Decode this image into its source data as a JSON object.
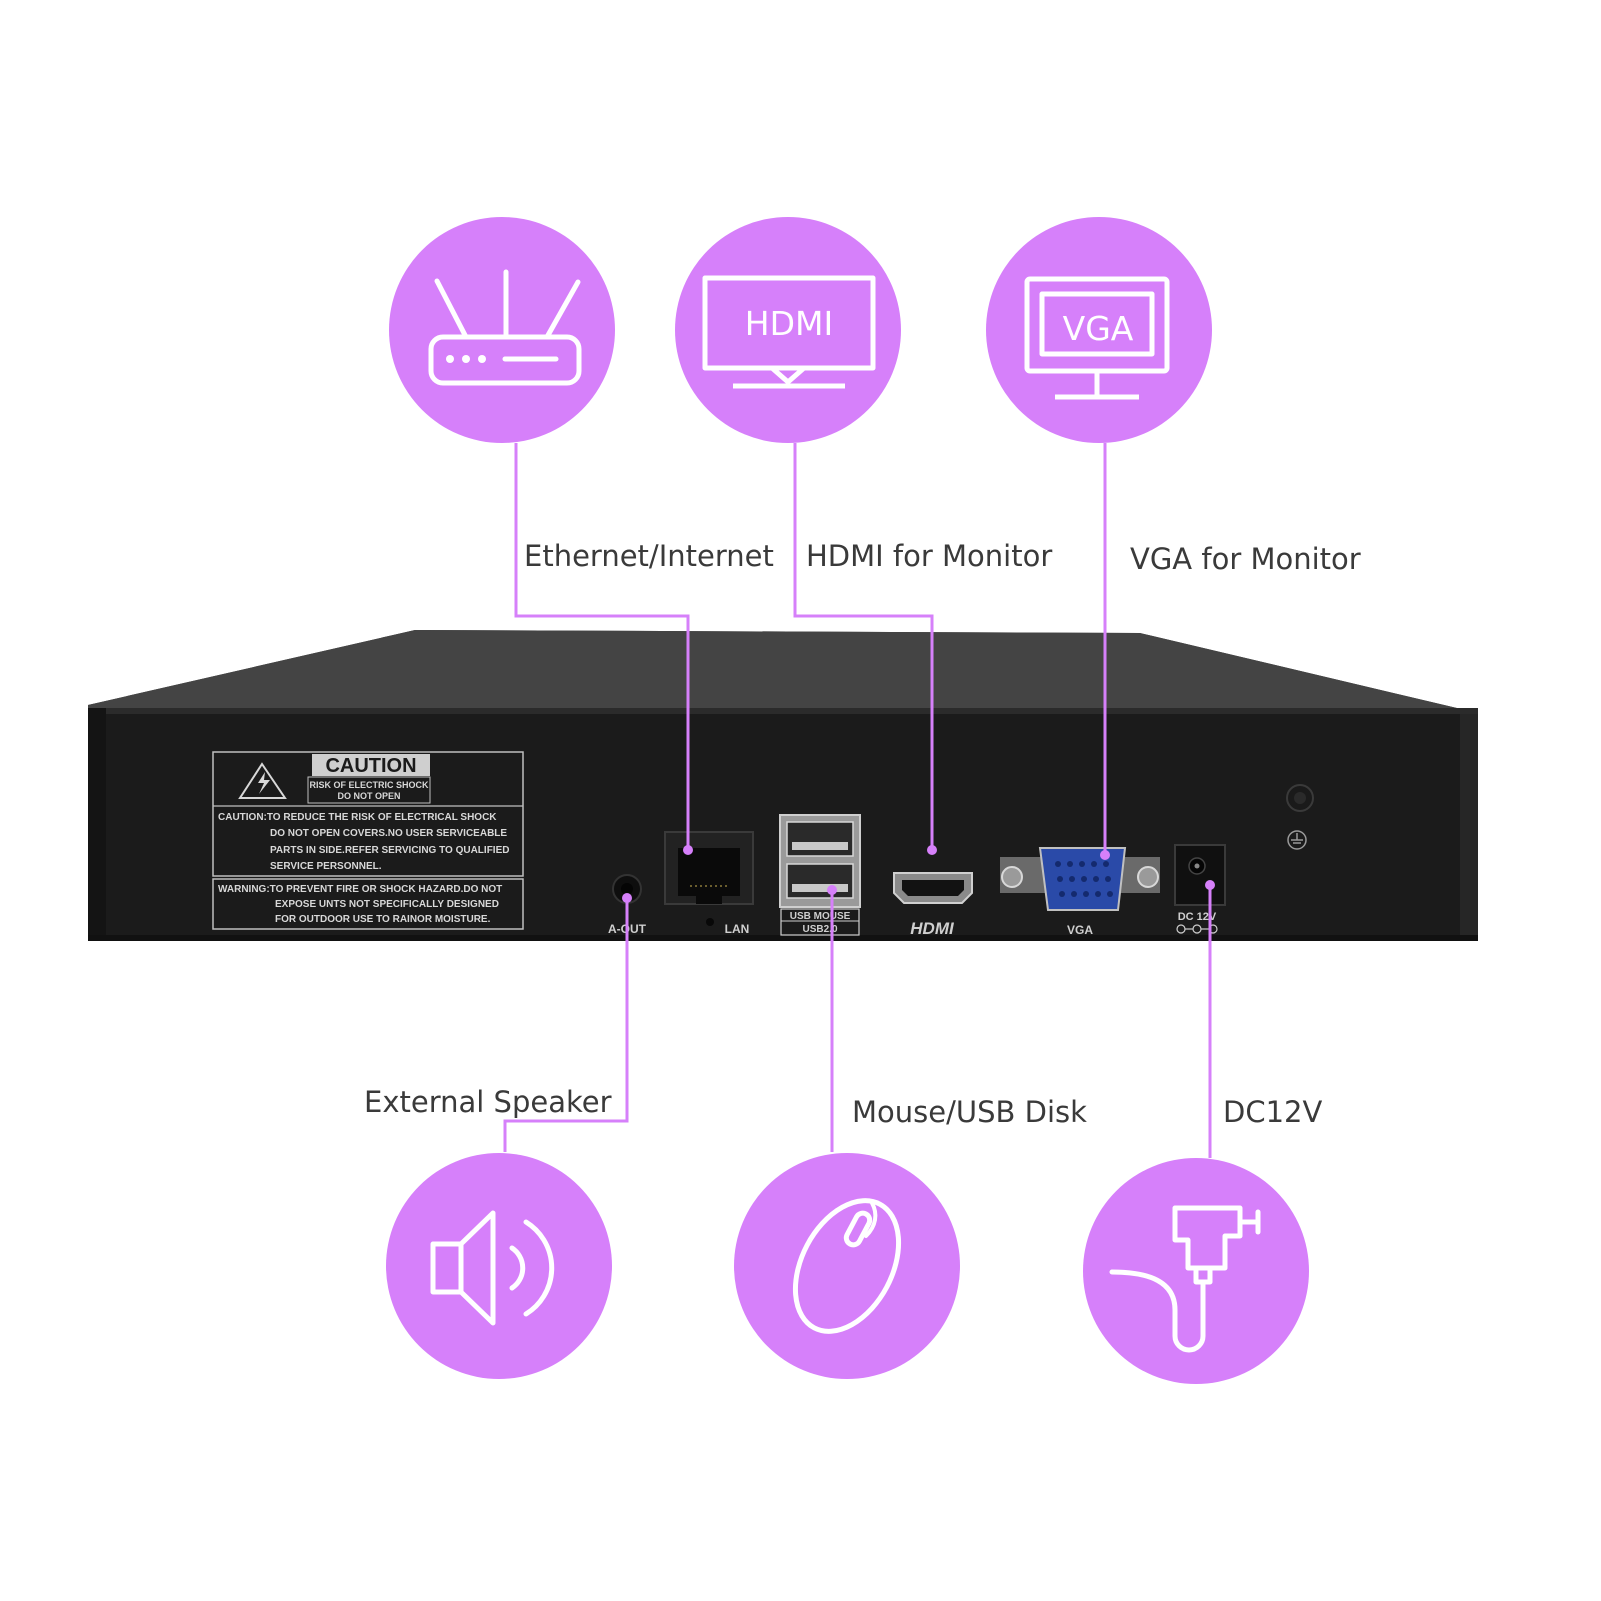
{
  "callouts": {
    "ethernet": {
      "label": "Ethernet/Internet",
      "icon": "router-icon"
    },
    "hdmi": {
      "label": "HDMI for Monitor",
      "icon": "hdmi-monitor-icon",
      "icon_text": "HDMI"
    },
    "vga": {
      "label": "VGA for Monitor",
      "icon": "vga-monitor-icon",
      "icon_text": "VGA"
    },
    "speaker": {
      "label": "External Speaker",
      "icon": "speaker-icon"
    },
    "usb": {
      "label": "Mouse/USB Disk",
      "icon": "mouse-icon"
    },
    "power": {
      "label": "DC12V",
      "icon": "power-adapter-icon"
    }
  },
  "device": {
    "caution": {
      "title": "CAUTION",
      "sub1": "RISK OF ELECTRIC SHOCK",
      "sub2": "DO NOT OPEN",
      "body": [
        "CAUTION:TO REDUCE THE RISK OF ELECTRICAL SHOCK",
        "DO NOT OPEN COVERS.NO USER SERVICEABLE",
        "PARTS IN SIDE.REFER SERVICING TO QUALIFIED",
        "SERVICE PERSONNEL."
      ],
      "warning": [
        "WARNING:TO PREVENT FIRE OR SHOCK HAZARD.DO NOT",
        "EXPOSE UNTS NOT SPECIFICALLY DESIGNED",
        "FOR OUTDOOR USE TO RAINOR MOISTURE."
      ]
    },
    "ports": {
      "aout": "A-OUT",
      "lan": "LAN",
      "usb1": "USB MOUSE",
      "usb2": "USB2.0",
      "hdmi": "HDMI",
      "vga": "VGA",
      "dc": "DC 12V"
    }
  },
  "colors": {
    "accent": "#d680fa",
    "device_body": "#1b1b1b",
    "device_top": "#3a3a3a",
    "label_text": "#3a3a3a"
  }
}
